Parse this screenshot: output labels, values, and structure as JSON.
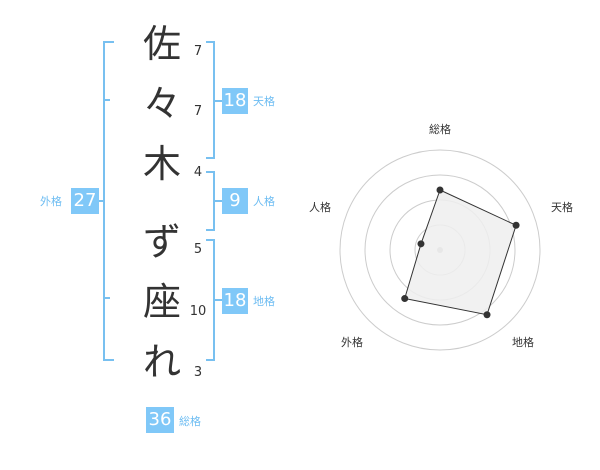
{
  "name": {
    "chars": [
      "佐",
      "々",
      "木",
      "ず",
      "座",
      "れ"
    ],
    "strokes": [
      "7",
      "7",
      "4",
      "5",
      "10",
      "3"
    ]
  },
  "fortune": {
    "tenkaku": {
      "label": "天格",
      "value": "18"
    },
    "jinkaku": {
      "label": "人格",
      "value": "9"
    },
    "chikaku": {
      "label": "地格",
      "value": "18"
    },
    "gaikaku": {
      "label": "外格",
      "value": "27"
    },
    "soukaku": {
      "label": "総格",
      "value": "36"
    }
  },
  "chart_data": {
    "type": "radar",
    "axes": [
      "総格",
      "天格",
      "地格",
      "外格",
      "人格"
    ],
    "values": [
      3,
      4,
      4,
      3,
      1
    ],
    "max": 5,
    "rings": 4
  },
  "colors": {
    "accent": "#80c8f8",
    "bracket": "#78c0f0",
    "label": "#6cbcf2",
    "ring": "#cccccc",
    "fill": "#eeeeee",
    "polygon": "#333333"
  }
}
